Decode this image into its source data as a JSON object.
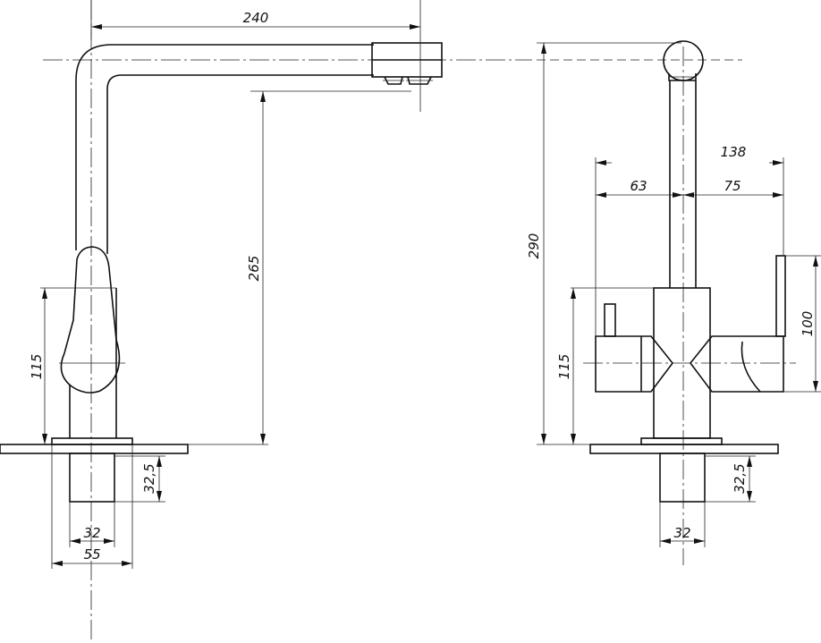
{
  "dimensions": {
    "side_spout_reach": "240",
    "side_spout_height": "265",
    "side_body_height": "115",
    "side_base_inner": "32",
    "side_base_outer": "55",
    "side_shank_length": "32,5",
    "front_total_height": "290",
    "front_width_total": "138",
    "front_width_left": "63",
    "front_width_right": "75",
    "front_body_height": "115",
    "front_lever_height": "100",
    "front_shank_length": "32,5",
    "front_base_inner": "32"
  },
  "colors": {
    "line": "#111111",
    "background": "#ffffff"
  }
}
